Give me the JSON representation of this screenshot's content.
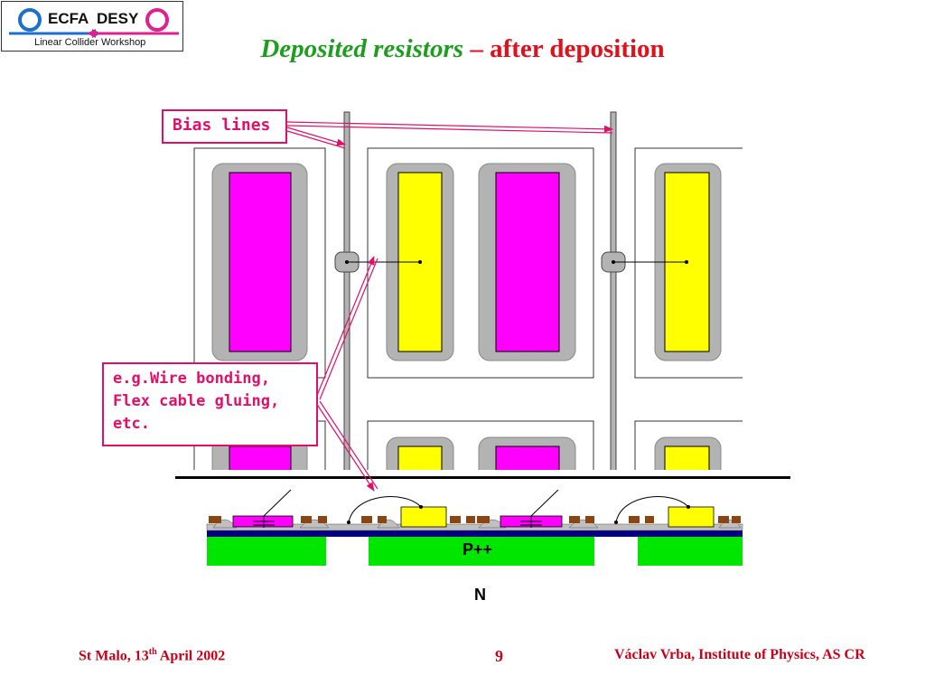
{
  "logo": {
    "left_word": "ECFA",
    "right_word": "DESY",
    "tagline": "Linear Collider Workshop"
  },
  "title": {
    "part1": "Deposited resistors",
    "separator": " – ",
    "part2": "after deposition"
  },
  "callouts": {
    "bias": "Bias lines",
    "wire": [
      "e.g.Wire bonding,",
      "Flex cable gluing,",
      "etc."
    ]
  },
  "cross_section": {
    "implant_label": "P++",
    "substrate_label": "N"
  },
  "footer": {
    "left_main": "St Malo, 13",
    "left_sup": "th",
    "left_end": " April 2002",
    "page_number": "9",
    "author": "Václav Vrba, Institute of Physics, AS CR"
  },
  "colors": {
    "magenta": "#ff00ff",
    "yellow": "#ffff00",
    "green": "#00e600",
    "gray": "#b3b3b3",
    "navy": "#000080",
    "brown": "#8b4513",
    "accent": "#e0106a"
  }
}
